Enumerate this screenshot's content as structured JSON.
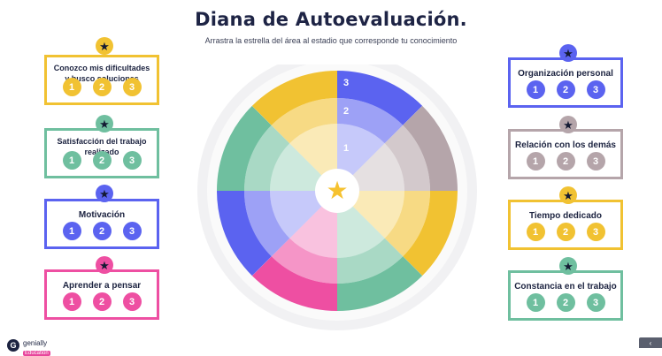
{
  "title": "Diana de Autoevaluación.",
  "subtitle": "Arrastra la estrella del área al estadio que corresponde tu conocimiento",
  "star_glyph": "★",
  "cards_left": [
    {
      "label": "Conozco mis dificultades y busco soluciones",
      "color": "#f1c232",
      "numbers": [
        "1",
        "2",
        "3"
      ]
    },
    {
      "label": "Satisfacción del trabajo realizado",
      "color": "#6fbf9f",
      "numbers": [
        "1",
        "2",
        "3"
      ]
    },
    {
      "label": "Motivación",
      "color": "#5b63f0",
      "numbers": [
        "1",
        "2",
        "3"
      ]
    },
    {
      "label": "Aprender a pensar",
      "color": "#ee4fa2",
      "numbers": [
        "1",
        "2",
        "3"
      ]
    }
  ],
  "cards_right": [
    {
      "label": "Organización personal",
      "color": "#5b63f0",
      "numbers": [
        "1",
        "2",
        "3"
      ]
    },
    {
      "label": "Relación con los demás",
      "color": "#b5a5aa",
      "numbers": [
        "1",
        "2",
        "3"
      ]
    },
    {
      "label": "Tiempo dedicado",
      "color": "#f1c232",
      "numbers": [
        "1",
        "2",
        "3"
      ]
    },
    {
      "label": "Constancia en el trabajo",
      "color": "#6fbf9f",
      "numbers": [
        "1",
        "2",
        "3"
      ]
    }
  ],
  "target": {
    "ring_labels": [
      "3",
      "2",
      "1"
    ],
    "segment_colors": [
      "#5b63f0",
      "#b5a5aa",
      "#f1c232",
      "#6fbf9f",
      "#ee4fa2",
      "#5b63f0",
      "#6fbf9f",
      "#f1c232"
    ],
    "center_star_color": "#f6c230"
  },
  "footer": {
    "logo_mark": "G",
    "logo_text": "genially",
    "logo_badge": "Education",
    "share_icon": "‹"
  }
}
